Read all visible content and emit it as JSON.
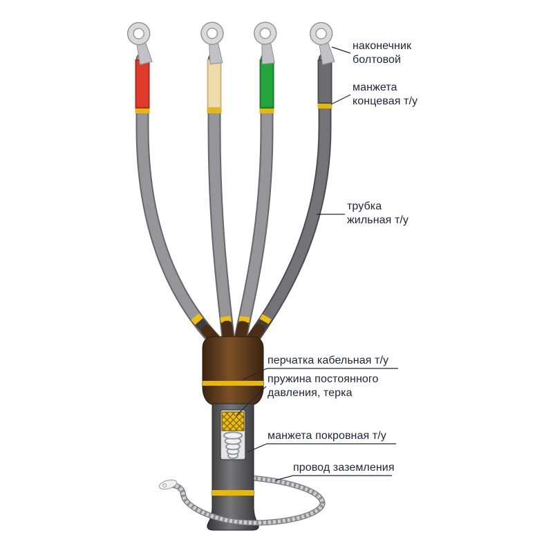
{
  "figure": {
    "kind": "cable-termination-diagram",
    "phase_colors": {
      "phase_a": "#e03a2b",
      "phase_b": "#eedcab",
      "phase_c": "#22a53a",
      "neutral": "#6d6d71",
      "marking_band": "#eebf0c",
      "glove_brown": "#7c5128",
      "body_gray": "#77777b",
      "label_text": "#23233c"
    }
  },
  "callouts": [
    {
      "id": "bolt-lug",
      "lines": [
        "наконечник",
        "болтовой"
      ]
    },
    {
      "id": "end-cuff",
      "lines": [
        "манжета",
        "концевая т/у"
      ]
    },
    {
      "id": "core-tube",
      "lines": [
        "трубка",
        "жильная т/у"
      ]
    },
    {
      "id": "cable-glove",
      "lines": [
        "перчатка кабельная т/у"
      ]
    },
    {
      "id": "spring",
      "lines": [
        "пружина постоянного",
        "давления, терка"
      ]
    },
    {
      "id": "cover-cuff",
      "lines": [
        "манжета покровная т/у"
      ]
    },
    {
      "id": "ground-wire",
      "lines": [
        "провод заземления"
      ]
    }
  ]
}
